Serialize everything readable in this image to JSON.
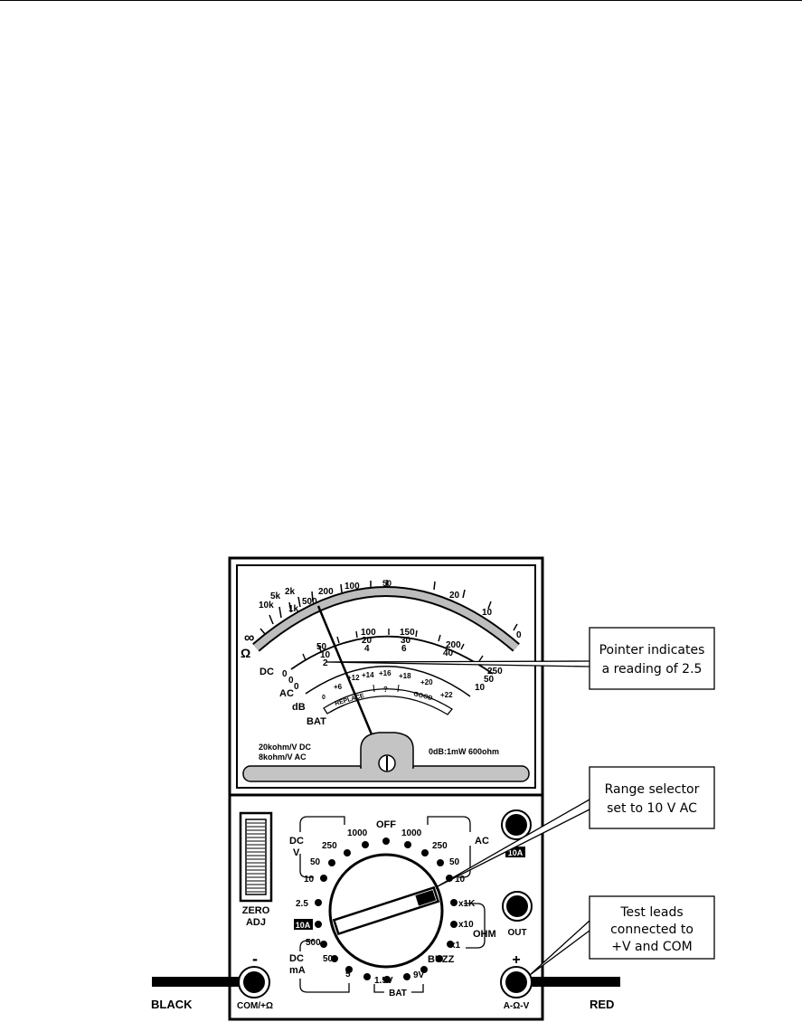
{
  "scales": {
    "ohm_symbol": "Ω",
    "ohm_ticks": [
      "∞",
      "10k",
      "5k",
      "2k",
      "1k",
      "500",
      "200",
      "100",
      "50",
      "20",
      "10",
      "0"
    ],
    "dc_label": "DC",
    "ac_label": "AC",
    "db_label": "dB",
    "bat_label": "BAT",
    "v_scale_250": [
      "0",
      "50",
      "100",
      "150",
      "200",
      "250"
    ],
    "v_scale_50": [
      "0",
      "10",
      "20",
      "30",
      "40",
      "50"
    ],
    "v_scale_10": [
      "0",
      "2",
      "4",
      "6",
      "10"
    ],
    "db_scale": [
      "0",
      "+6",
      "+12",
      "+14",
      "+16",
      "+18",
      "+20",
      "+22"
    ],
    "bat_zones": [
      "REPLACE",
      "?",
      "GOOD"
    ]
  },
  "face": {
    "spec_line1": "20kohm/V DC",
    "spec_line2": "8kohm/V AC",
    "db_ref": "0dB:1mW 600ohm"
  },
  "selector": {
    "off": "OFF",
    "dcv_label": "DC\nV",
    "dcv_1": "DC",
    "dcv_2": "V",
    "dcv_ranges": [
      "1000",
      "250",
      "50",
      "10"
    ],
    "acv_label": "AC",
    "acv_ranges": [
      "1000",
      "250",
      "50",
      "10"
    ],
    "dcma_1": "DC",
    "dcma_2": "mA",
    "dcma_ranges": [
      "2.5",
      "500",
      "50",
      "5"
    ],
    "ten_a": "10A",
    "ohm_label": "OHM",
    "ohm_ranges": [
      "x1K",
      "x10",
      "x1"
    ],
    "buzz": "BUZZ",
    "bat_label": "BAT",
    "bat_ranges": [
      "1.5V",
      "9V"
    ]
  },
  "controls": {
    "zero_adj_1": "ZERO",
    "zero_adj_2": "ADJ",
    "jack_10a": "10A",
    "jack_out": "OUT",
    "jack_com": "COM/+Ω",
    "jack_plus": "A-Ω-V",
    "minus": "-",
    "plus": "+",
    "lead_black": "BLACK",
    "lead_red": "RED"
  },
  "callouts": {
    "pointer_1": "Pointer indicates",
    "pointer_2": "a reading of 2.5",
    "range_1": "Range selector",
    "range_2": "set to 10 V AC",
    "leads_1": "Test leads",
    "leads_2": "connected to",
    "leads_3": "+V and COM"
  }
}
